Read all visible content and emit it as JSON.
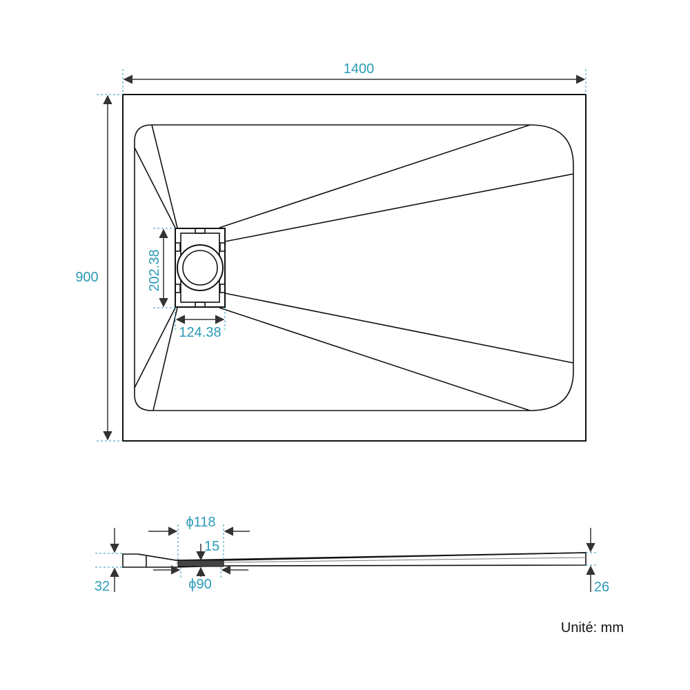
{
  "dimensions": {
    "width": "1400",
    "depth": "900",
    "drain_height": "202.38",
    "drain_width": "124.38",
    "outlet_diameter": "ϕ118",
    "drain_depth": "15",
    "pipe_diameter": "ϕ90",
    "thickness_min": "32",
    "thickness_max": "26"
  },
  "unit_label": "Unité: mm",
  "colors": {
    "dimension": "#2a9bb8",
    "outline": "#111111"
  }
}
